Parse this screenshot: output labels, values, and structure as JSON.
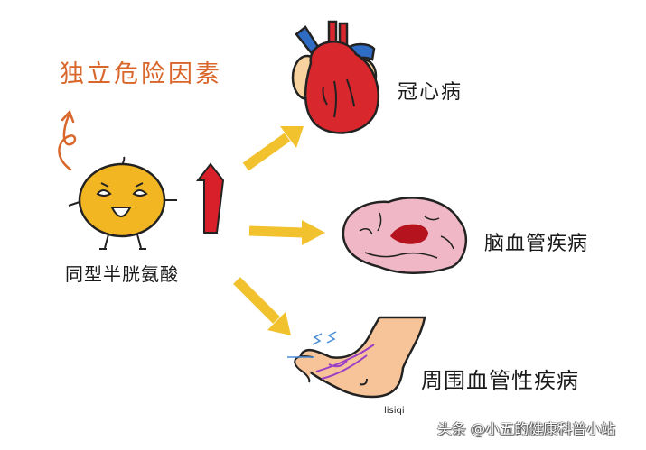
{
  "diagram": {
    "title": "独立危险因素",
    "center": {
      "label": "同型半胱氨酸",
      "trend": "up",
      "character": "smiling-yellow-ball"
    },
    "outcomes": [
      {
        "label": "冠心病",
        "icon": "heart-icon"
      },
      {
        "label": "脑血管疾病",
        "icon": "brain-icon"
      },
      {
        "label": "周围血管性疾病",
        "icon": "foot-icon"
      }
    ],
    "signature": "lisiqi",
    "watermark": "头条 @小五的健康科普小站"
  },
  "colors": {
    "title": "#d9662a",
    "arrows": "#f2c12e",
    "up_arrow": "#d8202a",
    "character": "#f3b623",
    "heart_red": "#d9272e",
    "heart_blue": "#2f6cc4",
    "brain": "#f0b7c6",
    "brain_clot": "#b5141e",
    "foot": "#f7c49a",
    "veins": "#9b3fc4"
  }
}
